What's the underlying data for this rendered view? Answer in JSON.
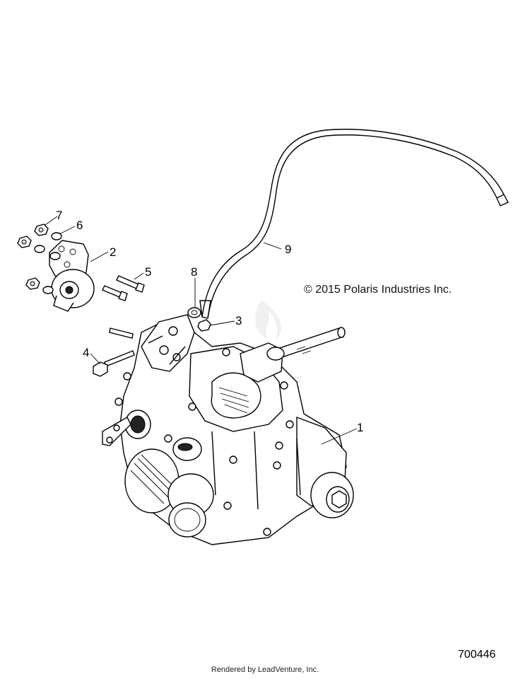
{
  "diagram": {
    "callouts": [
      {
        "id": "1",
        "label": "1"
      },
      {
        "id": "2",
        "label": "2"
      },
      {
        "id": "3",
        "label": "3"
      },
      {
        "id": "4",
        "label": "4"
      },
      {
        "id": "5",
        "label": "5"
      },
      {
        "id": "6",
        "label": "6"
      },
      {
        "id": "7",
        "label": "7"
      },
      {
        "id": "8",
        "label": "8"
      },
      {
        "id": "9",
        "label": "9"
      }
    ],
    "copyright": "© 2015 Polaris Industries Inc.",
    "diagram_number": "700446",
    "credit": "Rendered by LeadVenture, Inc.",
    "watermark_text": "TURE"
  }
}
